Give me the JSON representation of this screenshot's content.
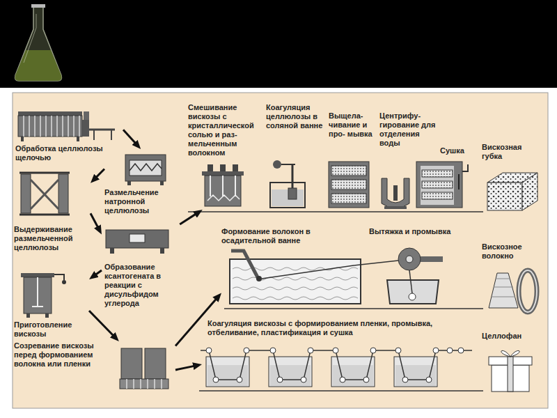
{
  "diagram": {
    "nodes": [
      {
        "text": [
          "Обработка целлюлозы щелочью"
        ]
      },
      {
        "text": [
          "Размельчение натронной целлюлозы"
        ]
      },
      {
        "text": [
          "Выдерживание размельченной целлюлозы"
        ]
      },
      {
        "text": [
          "Образование ксантогената в реакции с дисульфидом углерода"
        ]
      },
      {
        "text": [
          "Приготовление вискозы"
        ]
      },
      {
        "text": [
          "Созревание вискозы перед формованием волокна или пленки"
        ]
      },
      {
        "text": [
          "Смешивание вискозы с кристаллической солью и раз- мельченным волокном"
        ]
      },
      {
        "text": [
          "Коагуляция целлюлозы в соляной ванне"
        ]
      },
      {
        "text": [
          "Выщела- чивание и про- мывка"
        ]
      },
      {
        "text": [
          "Центрифу- гирование для отделения воды"
        ]
      },
      {
        "text": [
          "Сушка"
        ]
      },
      {
        "text": [
          "Вискозная губка"
        ]
      },
      {
        "text": [
          "Формование волокон в осадительной ванне"
        ]
      },
      {
        "text": [
          "Вытяжка и промывка"
        ]
      },
      {
        "text": [
          "Вискозное волокно"
        ]
      },
      {
        "text": [
          "Коагуляция вискозы с формированием пленки, промывка, отбеливание, пластификация и сушка"
        ]
      },
      {
        "text": [
          "Целлофан"
        ]
      }
    ],
    "edges": [
      {
        "from": 0,
        "to": 1,
        "arrow": "to"
      },
      {
        "from": 1,
        "to": 2,
        "arrow": "to"
      },
      {
        "from": 2,
        "to": 3,
        "arrow": "to"
      },
      {
        "from": 3,
        "to": 4,
        "arrow": "to"
      },
      {
        "from": 4,
        "to": 5,
        "arrow": "to"
      },
      {
        "from": 3,
        "to": 6,
        "arrow": "to"
      },
      {
        "from": 5,
        "to": 12,
        "arrow": "to"
      },
      {
        "from": 5,
        "to": 15,
        "arrow": "to"
      }
    ]
  }
}
